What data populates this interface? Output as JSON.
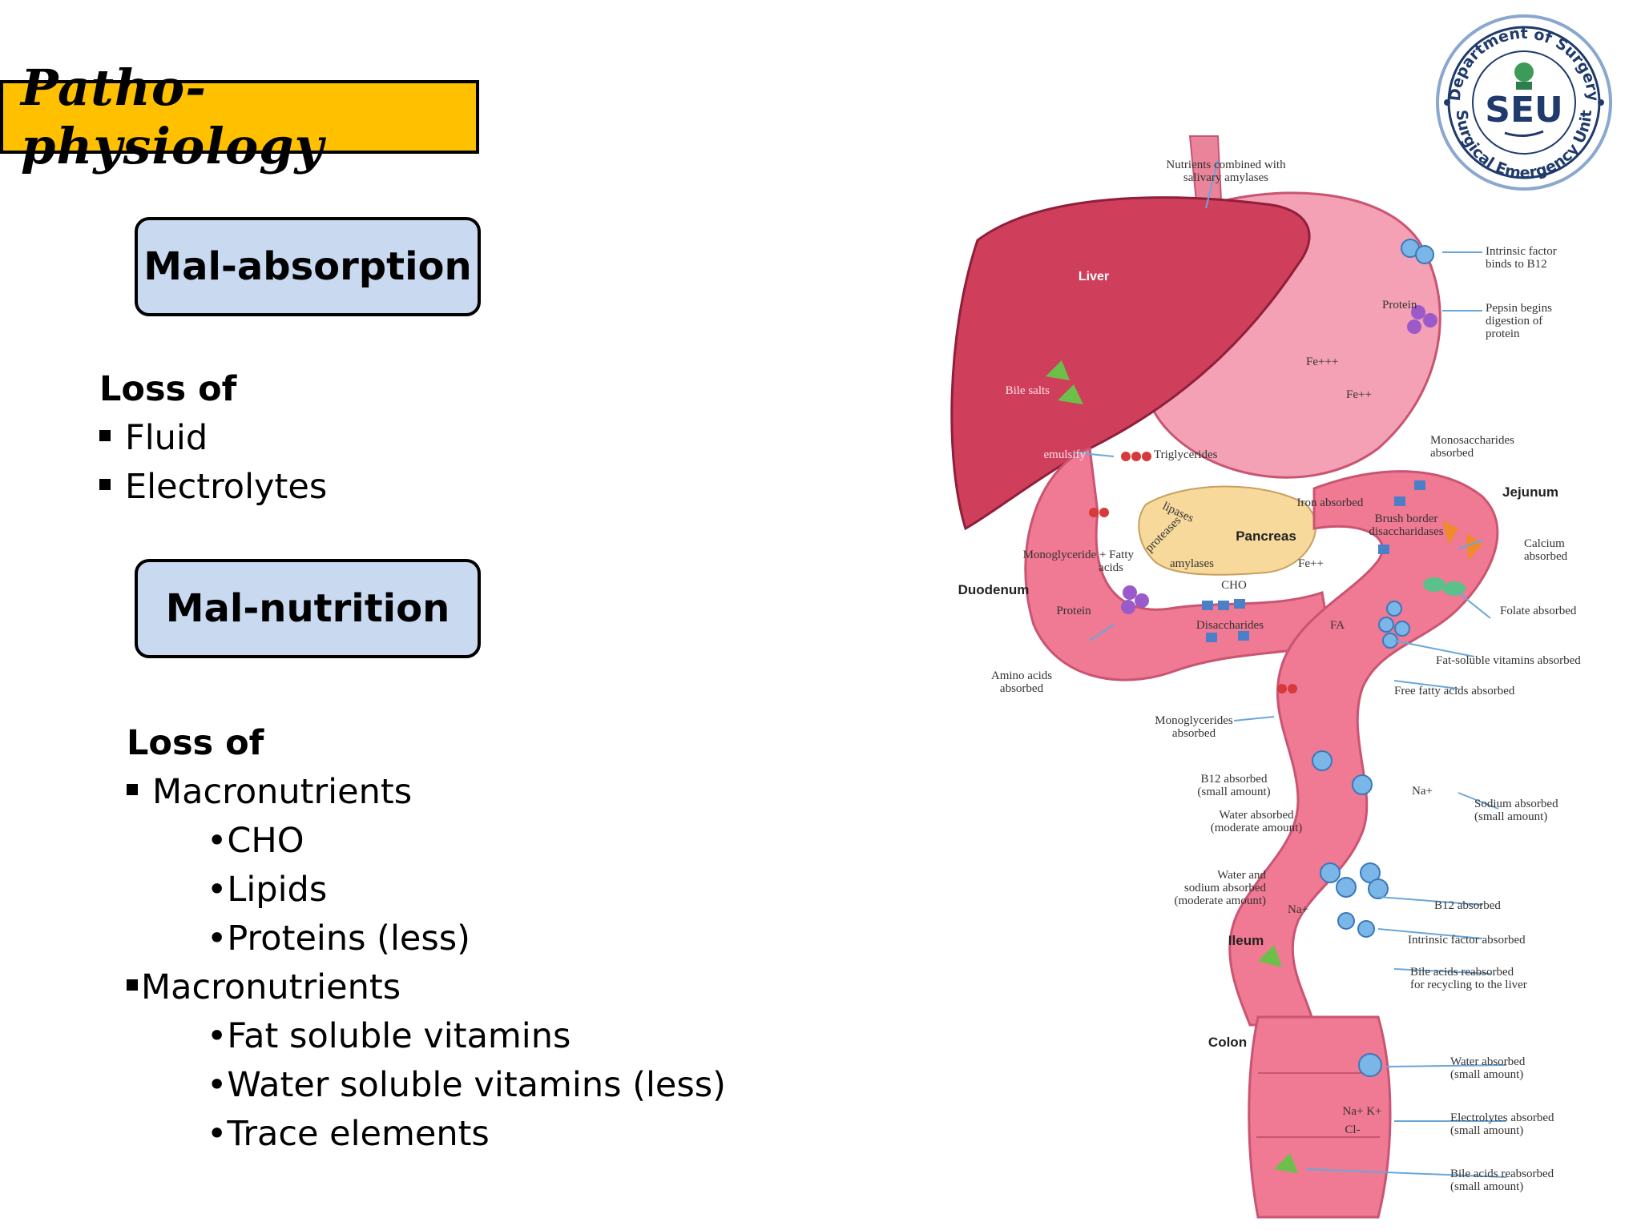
{
  "title": "Patho-physiology",
  "malabsorption": {
    "heading": "Mal-absorption",
    "loss_of": "Loss of",
    "items": [
      "Fluid",
      "Electrolytes"
    ]
  },
  "malnutrition": {
    "heading": "Mal-nutrition",
    "loss_of": "Loss of",
    "group1_label": "Macronutrients",
    "group1_items": [
      "CHO",
      "Lipids",
      "Proteins (less)"
    ],
    "group2_label": "Macronutrients",
    "group2_items": [
      "Fat soluble vitamins",
      "Water soluble vitamins (less)",
      "Trace elements"
    ]
  },
  "logo": {
    "top_text": "Department of Surgery",
    "center_text": "SEU",
    "bottom_text": "Surgical Emergency Unit"
  },
  "diagram": {
    "nutrients": "Nutrients combined with",
    "nutrients2": "salivary amylases",
    "liver": "Liver",
    "bile_salts": "Bile salts",
    "emulsify": "emulsify",
    "triglycerides": "Triglycerides",
    "lipases": "lipases",
    "proteases": "proteases",
    "amylases": "amylases",
    "pancreas": "Pancreas",
    "monoglyceride": "Monoglyceride + Fatty",
    "acids": "acids",
    "duodenum": "Duodenum",
    "protein_duo": "Protein",
    "amino1": "Amino acids",
    "amino2": "absorbed",
    "cho": "CHO",
    "disaccharides": "Disaccharides",
    "iron": "Iron absorbed",
    "fe3": "Fe+++",
    "fe2": "Fe++",
    "fe2b": "Fe++",
    "brush1": "Brush border",
    "brush2": "disaccharidases",
    "mono1": "Monosaccharides",
    "mono2": "absorbed",
    "jejunum": "Jejunum",
    "calcium1": "Calcium",
    "calcium2": "absorbed",
    "folate": "Folate absorbed",
    "fa": "FA",
    "fatsol": "Fat-soluble vitamins absorbed",
    "ffa": "Free fatty acids absorbed",
    "monog1": "Monoglycerides",
    "monog2": "absorbed",
    "b12a1": "B12 absorbed",
    "b12a2": "(small amount)",
    "water1": "Water absorbed",
    "water2": "(moderate amount)",
    "na": "Na+",
    "sodium1": "Sodium absorbed",
    "sodium2": "(small amount)",
    "wsod1": "Water and",
    "wsod2": "sodium absorbed",
    "wsod3": "(moderate amount)",
    "na2": "Na+",
    "b12abs": "B12 absorbed",
    "ileum": "Ileum",
    "intrinsic": "Intrinsic factor absorbed",
    "bilerec1": "Bile acids reabsorbed",
    "bilerec2": "for recycling to the liver",
    "colon": "Colon",
    "cwater1": "Water absorbed",
    "cwater2": "(small amount)",
    "celec1": "Electrolytes absorbed",
    "celec2": "(small amount)",
    "cbile1": "Bile acids reabsorbed",
    "cbile2": "(small amount)",
    "if1": "Intrinsic factor",
    "if2": "binds to B12",
    "protein_st": "Protein",
    "pepsin1": "Pepsin begins",
    "pepsin2": "digestion of",
    "pepsin3": "protein",
    "nak": "Na+ K+",
    "cl": "Cl-"
  }
}
